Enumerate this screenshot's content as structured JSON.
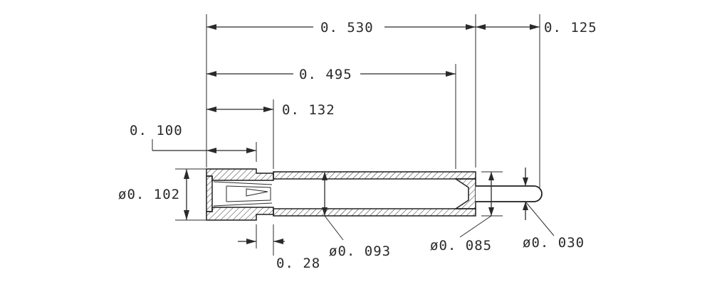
{
  "drawing": {
    "dimensions": {
      "overall_length": "0. 530",
      "tail_length": "0. 125",
      "body_length": "0. 495",
      "collar_length": "0. 132",
      "socket_depth": "0. 100",
      "collar_diameter": "ø0. 102",
      "body_diameter": "ø0. 093",
      "tip_diameter": "ø0. 085",
      "pin_diameter": "ø0. 030",
      "groove_width": "0. 28"
    }
  }
}
